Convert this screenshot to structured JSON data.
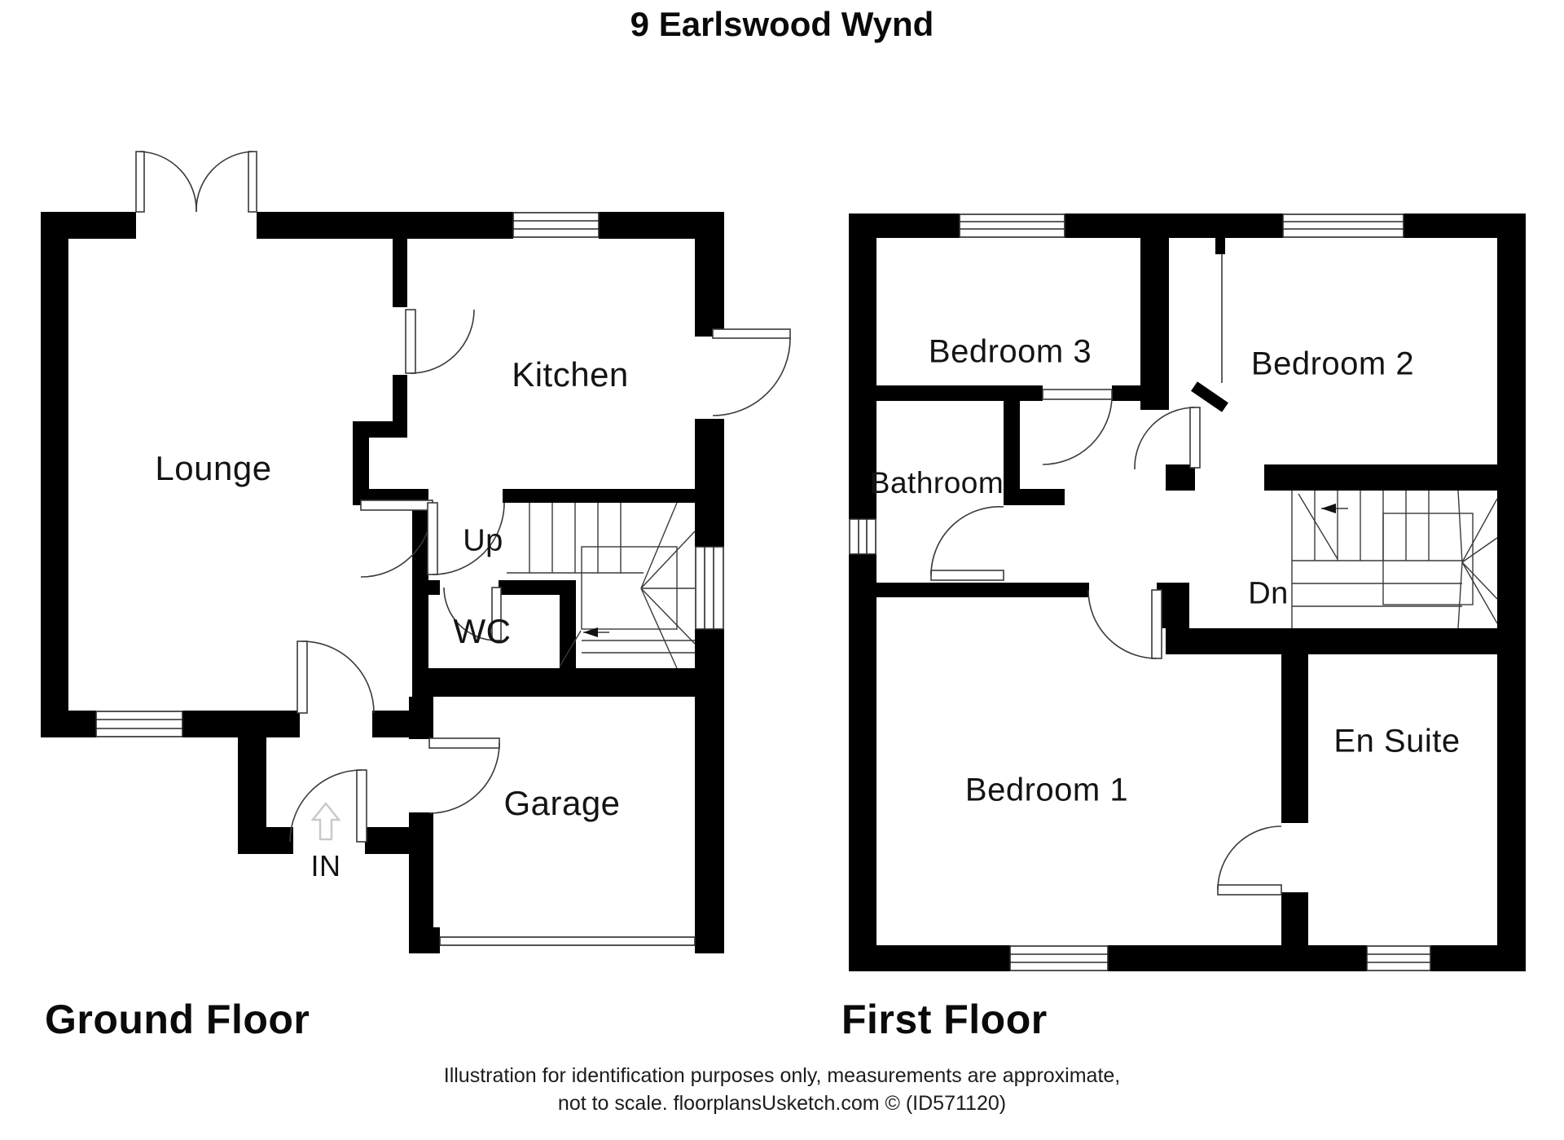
{
  "title": "9 Earlswood Wynd",
  "ground_floor": {
    "label": "Ground Floor",
    "rooms": {
      "lounge": "Lounge",
      "kitchen": "Kitchen",
      "up": "Up",
      "wc": "WC",
      "garage": "Garage",
      "entrance": "IN"
    }
  },
  "first_floor": {
    "label": "First Floor",
    "rooms": {
      "bedroom3": "Bedroom 3",
      "bedroom2": "Bedroom 2",
      "bathroom": "Bathroom",
      "dn": "Dn",
      "bedroom1": "Bedroom 1",
      "ensuite": "En Suite"
    }
  },
  "footer": {
    "line1": "Illustration for identification purposes only, measurements are approximate,",
    "line2": "not to scale. floorplansUsketch.com © (ID571120)"
  },
  "colors": {
    "wall": "#000000",
    "line": "#3a3a3a",
    "arrow_gray": "#c9c9c9",
    "text": "#141414"
  }
}
